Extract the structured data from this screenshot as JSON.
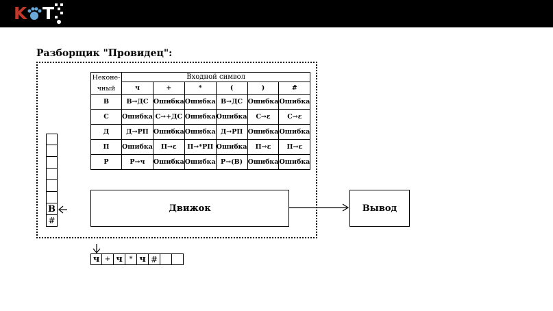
{
  "logo": {
    "k": "K",
    "t": "T"
  },
  "heading": "Разборщик  \"Провидец\":",
  "table": {
    "nonterminal_header": "Неконе-\nчный",
    "input_header": "Входной символ",
    "symbols": [
      "ч",
      "+",
      "*",
      "(",
      ")",
      "#"
    ],
    "rows": [
      {
        "nt": "В",
        "cells": [
          "В→ДС",
          "Ошибка",
          "Ошибка",
          "В→ДС",
          "Ошибка",
          "Ошибка"
        ]
      },
      {
        "nt": "С",
        "cells": [
          "Ошибка",
          "С→+ДС",
          "Ошибка",
          "Ошибка",
          "С→ε",
          "С→ε"
        ]
      },
      {
        "nt": "Д",
        "cells": [
          "Д→РП",
          "Ошибка",
          "Ошибка",
          "Д→РП",
          "Ошибка",
          "Ошибка"
        ]
      },
      {
        "nt": "П",
        "cells": [
          "Ошибка",
          "П→ε",
          "П→*РП",
          "Ошибка",
          "П→ε",
          "П→ε"
        ]
      },
      {
        "nt": "Р",
        "cells": [
          "Р→ч",
          "Ошибка",
          "Ошибка",
          "Р→(В)",
          "Ошибка",
          "Ошибка"
        ]
      }
    ]
  },
  "engine_label": "Движок",
  "output_label": "Вывод",
  "stack": [
    "",
    "",
    "",
    "",
    "",
    "",
    "В",
    "#"
  ],
  "tape": [
    "ч",
    "+",
    "ч",
    "*",
    "ч",
    "#",
    "",
    ""
  ]
}
